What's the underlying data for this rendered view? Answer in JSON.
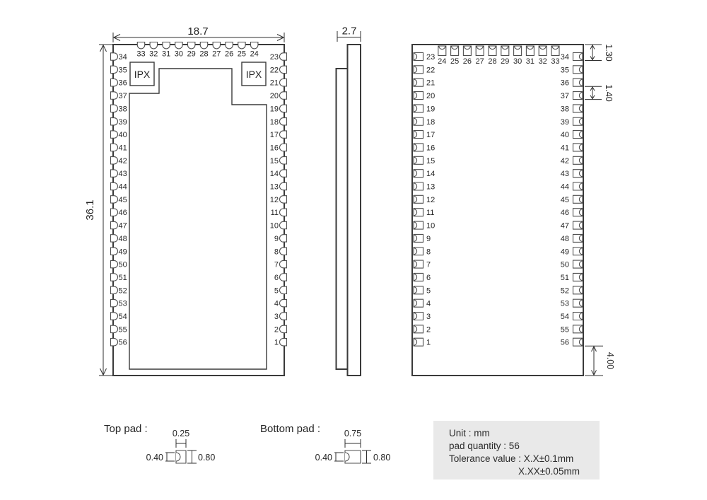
{
  "top_view": {
    "width_dim": "18.7",
    "height_dim": "36.1",
    "ipx_label": "IPX",
    "left_pins": [
      "34",
      "35",
      "36",
      "37",
      "38",
      "39",
      "40",
      "41",
      "42",
      "43",
      "44",
      "45",
      "46",
      "47",
      "48",
      "49",
      "50",
      "51",
      "52",
      "53",
      "54",
      "55",
      "56"
    ],
    "top_pins": [
      "33",
      "32",
      "31",
      "30",
      "29",
      "28",
      "27",
      "26",
      "25",
      "24"
    ],
    "right_pins": [
      "23",
      "22",
      "21",
      "20",
      "19",
      "18",
      "17",
      "16",
      "15",
      "14",
      "13",
      "12",
      "11",
      "10",
      "9",
      "8",
      "7",
      "6",
      "5",
      "4",
      "3",
      "2",
      "1"
    ]
  },
  "side_view": {
    "thickness_dim": "2.7"
  },
  "bottom_view": {
    "left_pins": [
      "23",
      "22",
      "21",
      "20",
      "19",
      "18",
      "17",
      "16",
      "15",
      "14",
      "13",
      "12",
      "11",
      "10",
      "9",
      "8",
      "7",
      "6",
      "5",
      "4",
      "3",
      "2",
      "1"
    ],
    "top_pins": [
      "24",
      "25",
      "26",
      "27",
      "28",
      "29",
      "30",
      "31",
      "32",
      "33"
    ],
    "right_pins": [
      "34",
      "35",
      "36",
      "37",
      "38",
      "39",
      "40",
      "41",
      "42",
      "43",
      "44",
      "45",
      "46",
      "47",
      "48",
      "49",
      "50",
      "51",
      "52",
      "53",
      "54",
      "55",
      "56"
    ],
    "dim_pad_height": "1.30",
    "dim_pad_pitch": "1.40",
    "dim_bottom_gap": "4.00"
  },
  "pad_details": {
    "top_pad": {
      "label": "Top pad :",
      "width": "0.25",
      "notch": "0.40",
      "height": "0.80"
    },
    "bottom_pad": {
      "label": "Bottom pad :",
      "width": "0.75",
      "notch": "0.40",
      "height": "0.80"
    }
  },
  "info_box": {
    "lines": [
      "Unit : mm",
      "pad quantity : 56",
      "Tolerance value : X.X±0.1mm",
      "X.XX±0.05mm"
    ]
  },
  "colors": {
    "line": "#3a3a3a",
    "pad_line": "#4f4f4f",
    "dim_line": "#2f2f2f",
    "text": "#252525",
    "info_bg": "#e9e9e9"
  }
}
